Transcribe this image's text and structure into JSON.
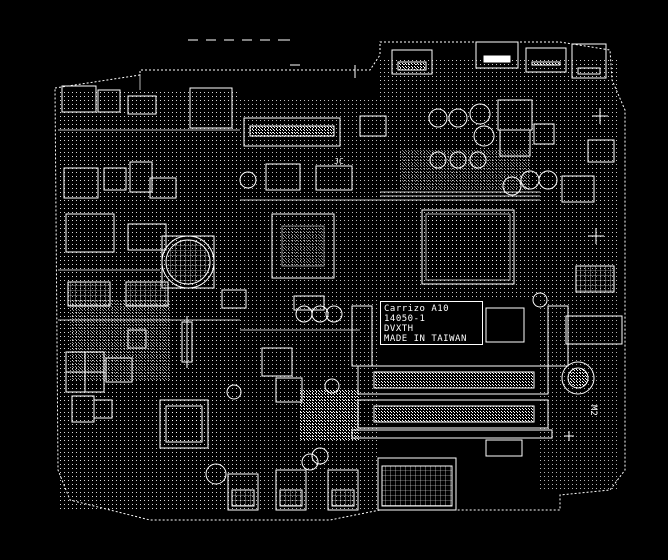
{
  "silkscreen": {
    "line1": "Carrizo A10",
    "line2": "14050-1",
    "line3": "DVXTH",
    "line4": "MADE IN TAIWAN"
  },
  "labels": {
    "m2": "M2",
    "jc": "JC"
  },
  "colors": {
    "background": "#000000",
    "trace": "#ffffff"
  }
}
